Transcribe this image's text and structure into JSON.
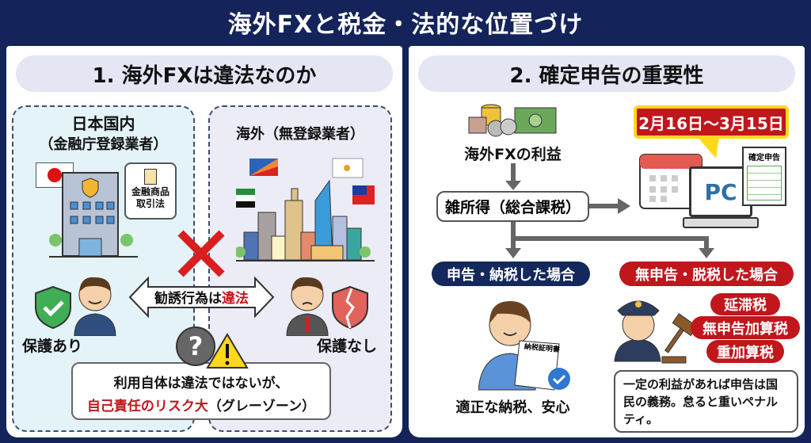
{
  "title": "海外FXと税金・法的な位置づけ",
  "left": {
    "heading": "1. 海外FXは違法なのか",
    "domestic": {
      "title": "日本国内",
      "subtitle": "（金融庁登録業者）",
      "law_doc": "金融商品取引法",
      "status": "保護あり"
    },
    "overseas": {
      "title": "海外（無登録業者）",
      "status": "保護なし"
    },
    "arrow_text_prefix": "勧誘行為は",
    "arrow_text_emph": "違法",
    "note_line1": "利用自体は違法ではないが、",
    "note_line2_emph": "自己責任のリスク大",
    "note_line2_rest": "（グレーゾーン）"
  },
  "right": {
    "heading": "2. 確定申告の重要性",
    "profit": "海外FXの利益",
    "income_type": "雑所得（総合課税）",
    "period": "2月16日～3月15日",
    "pc_label": "PC",
    "form_label": "確定申告",
    "filed": {
      "label": "申告・納税した場合",
      "doc": "納税証明書",
      "result": "適正な納税、安心"
    },
    "unfiled": {
      "label": "無申告・脱税した場合",
      "penalties": [
        "延滞税",
        "無申告加算税",
        "重加算税"
      ],
      "note": "一定の利益があれば申告は国民の義務。怠ると重いペナルティ。"
    }
  },
  "colors": {
    "navy": "#14245a",
    "red": "#c0161c",
    "yellow": "#ffd81a"
  }
}
